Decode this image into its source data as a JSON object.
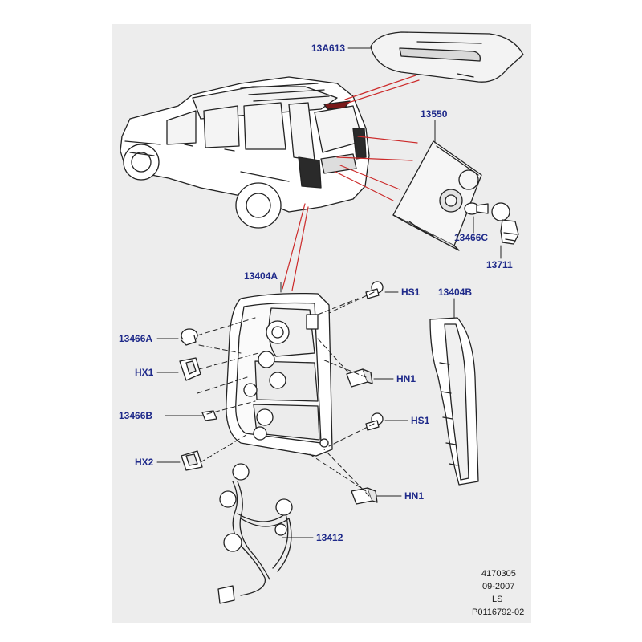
{
  "callouts": {
    "c13A613": "13A613",
    "c13550": "13550",
    "c13466C": "13466C",
    "c13711": "13711",
    "c13404A": "13404A",
    "cHS1_top": "HS1",
    "c13404B": "13404B",
    "c13466A": "13466A",
    "cHX1": "HX1",
    "cHN1_mid": "HN1",
    "c13466B": "13466B",
    "cHS1_bottom": "HS1",
    "cHX2": "HX2",
    "cHN1_bottom": "HN1",
    "c13412": "13412"
  },
  "footer": {
    "line1": "4170305",
    "line2": "09-2007",
    "line3": "LS",
    "line4": "P0116792-02"
  },
  "colors": {
    "callout": "#1f2a8a",
    "leader": "#cc2a2a",
    "line": "#222222",
    "sheet": "#ededed"
  }
}
